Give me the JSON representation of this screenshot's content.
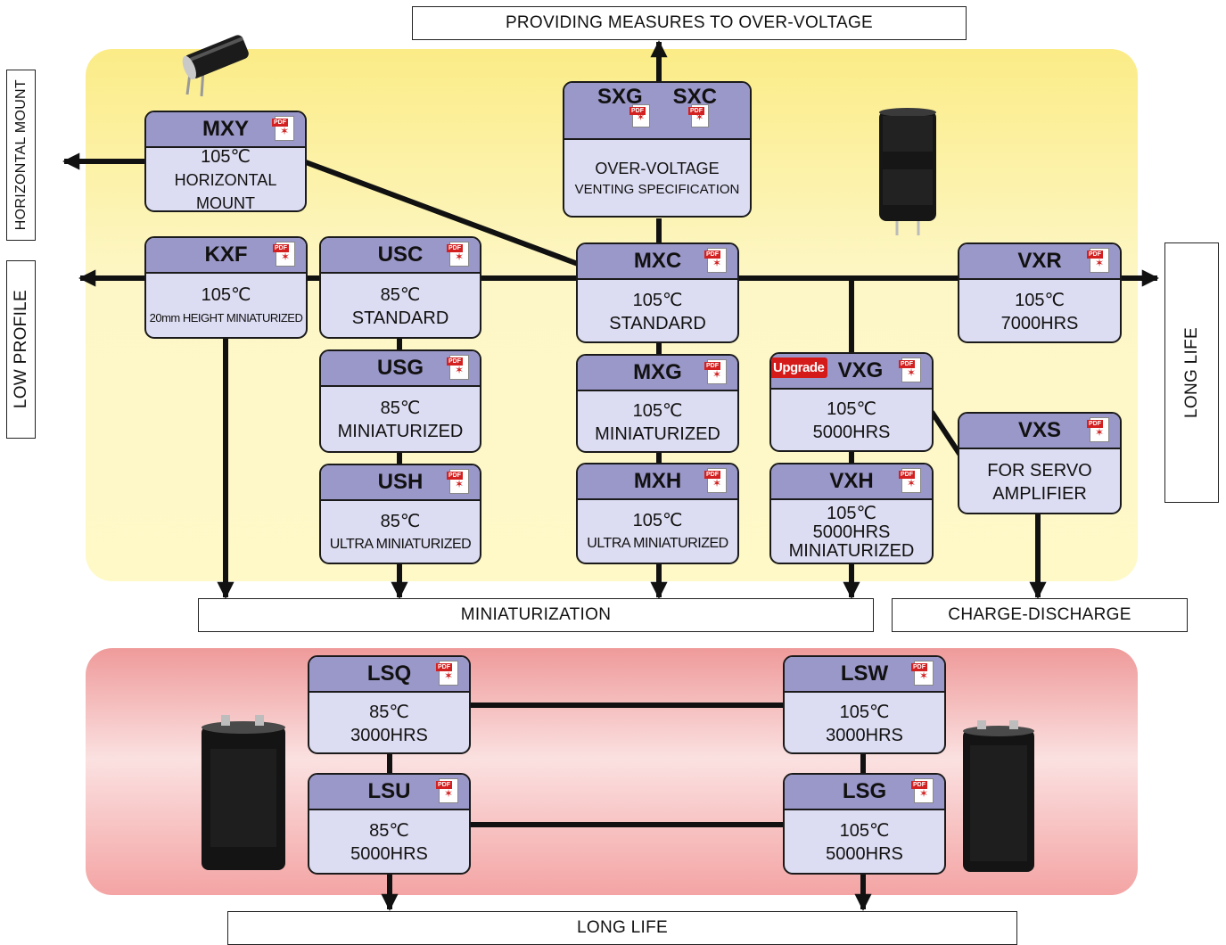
{
  "labels": {
    "top": "PROVIDING MEASURES TO OVER-VOLTAGE",
    "horizontal_mount": "HORIZONTAL MOUNT",
    "low_profile": "LOW PROFILE",
    "long_life_side": "LONG LIFE",
    "miniaturization": "MINIATURIZATION",
    "charge_discharge": "CHARGE-DISCHARGE",
    "long_life_bottom": "LONG LIFE"
  },
  "colors": {
    "card_header": "#9a97c9",
    "card_body": "#dcdcf2",
    "yellow_zone": "#fbec87",
    "red_zone": "#ef9a9a",
    "upgrade_badge": "#d51a1a"
  },
  "icons": {
    "pdf": "pdf-icon"
  },
  "cards": {
    "mxy": {
      "title": "MXY",
      "l1": "105℃",
      "l2": "HORIZONTAL MOUNT"
    },
    "sxg_sxc": {
      "title_a": "SXG",
      "title_b": "SXC",
      "l1": "OVER-VOLTAGE",
      "l2": "VENTING SPECIFICATION"
    },
    "kxf": {
      "title": "KXF",
      "l1": "105℃",
      "l2": "20mm HEIGHT MINIATURIZED"
    },
    "usc": {
      "title": "USC",
      "l1": "85℃",
      "l2": "STANDARD"
    },
    "mxc": {
      "title": "MXC",
      "l1": "105℃",
      "l2": "STANDARD"
    },
    "vxr": {
      "title": "VXR",
      "l1": "105℃",
      "l2": "7000HRS"
    },
    "usg": {
      "title": "USG",
      "l1": "85℃",
      "l2": "MINIATURIZED"
    },
    "mxg": {
      "title": "MXG",
      "l1": "105℃",
      "l2": "MINIATURIZED"
    },
    "vxg": {
      "title": "VXG",
      "badge": "Upgrade",
      "l1": "105℃",
      "l2": "5000HRS"
    },
    "vxs": {
      "title": "VXS",
      "l1": "FOR SERVO",
      "l2": "AMPLIFIER"
    },
    "ush": {
      "title": "USH",
      "l1": "85℃",
      "l2": "ULTRA MINIATURIZED"
    },
    "mxh": {
      "title": "MXH",
      "l1": "105℃",
      "l2": "ULTRA MINIATURIZED"
    },
    "vxh": {
      "title": "VXH",
      "l1": "105℃",
      "l2": "5000HRS",
      "l3": "MINIATURIZED"
    },
    "lsq": {
      "title": "LSQ",
      "l1": "85℃",
      "l2": "3000HRS"
    },
    "lsw": {
      "title": "LSW",
      "l1": "105℃",
      "l2": "3000HRS"
    },
    "lsu": {
      "title": "LSU",
      "l1": "85℃",
      "l2": "5000HRS"
    },
    "lsg": {
      "title": "LSG",
      "l1": "105℃",
      "l2": "5000HRS"
    }
  }
}
